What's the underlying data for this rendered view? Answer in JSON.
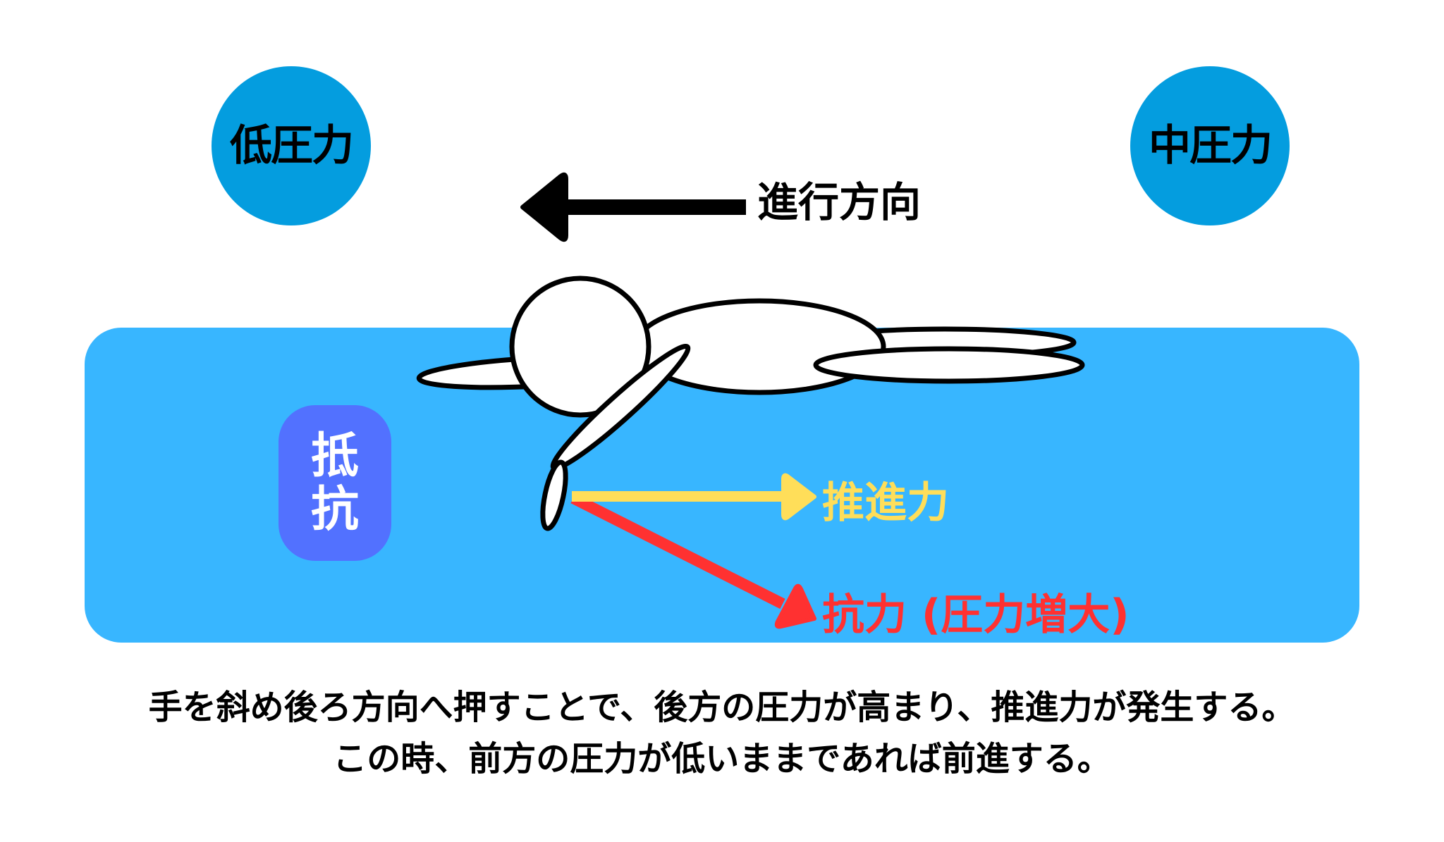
{
  "colors": {
    "background": "#ffffff",
    "pressure_circle": "#049DDF",
    "water": "#38B6FF",
    "resistance_badge": "#5271FF",
    "thrust": "#FFDE59",
    "drag": "#FF3131",
    "outline": "#000000",
    "text_dark": "#000000",
    "text_light": "#ffffff"
  },
  "pressure_zones": {
    "front": {
      "label": "低圧力"
    },
    "rear": {
      "label": "中圧力"
    }
  },
  "direction": {
    "label": "進行方向",
    "arrow_icon": "arrow-left-icon"
  },
  "resistance": {
    "chars": [
      "抵",
      "抗"
    ]
  },
  "forces": {
    "thrust": {
      "label": "推進力",
      "arrow_icon": "arrow-right-icon"
    },
    "drag": {
      "label": "抗力 (圧力増大)",
      "arrow_icon": "arrow-down-right-icon"
    }
  },
  "caption": {
    "lines": [
      "手を斜め後ろ方向へ押すことで、後方の圧力が高まり、推進力が発生する。",
      "この時、前方の圧力が低いままであれば前進する。"
    ]
  }
}
